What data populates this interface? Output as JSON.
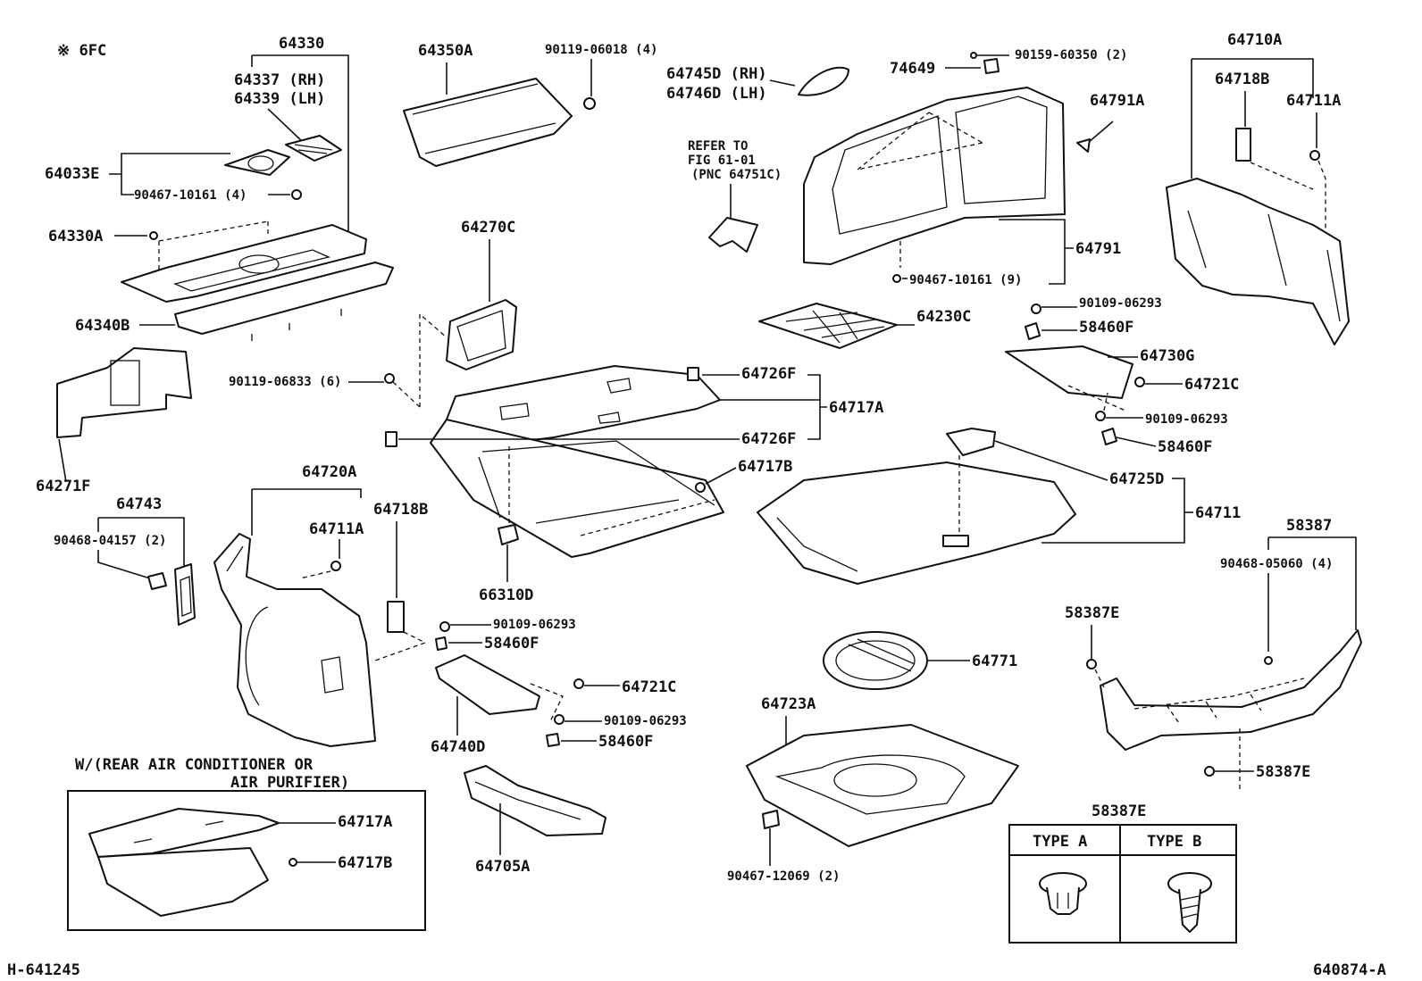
{
  "corner": {
    "top_left": "※ 6FC",
    "bottom_left": "H-641245",
    "bottom_right": "640874-A"
  },
  "labels": {
    "p64330": "64330",
    "p64337": "64337 (RH)",
    "p64339": "64339 (LH)",
    "p64033E": "64033E",
    "p90467_10161_4": "90467-10161 (4)",
    "p64330A": "64330A",
    "p64340B": "64340B",
    "p64271F": "64271F",
    "p64350A": "64350A",
    "p90119_06018": "90119-06018 (4)",
    "p64270C": "64270C",
    "p90119_06833": "90119-06833 (6)",
    "p64726F_a": "64726F",
    "p64726F_b": "64726F",
    "p64717A": "64717A",
    "p64717B": "64717B",
    "p66310D": "66310D",
    "p64743": "64743",
    "p90468_04157": "90468-04157 (2)",
    "p64720A": "64720A",
    "p64711A_left": "64711A",
    "p64718B_left": "64718B",
    "p90109_06293_a": "90109-06293",
    "p58460F_a": "58460F",
    "p64721C_a": "64721C",
    "p90109_06293_b": "90109-06293",
    "p58460F_b": "58460F",
    "p64740D": "64740D",
    "p64705A": "64705A",
    "p64745D": "64745D (RH)",
    "p64746D": "64746D (LH)",
    "p74649": "74649",
    "p90159_60350": "90159-60350 (2)",
    "refer1": "REFER TO",
    "refer2": "FIG 61-01",
    "refer3": "(PNC 64751C)",
    "p64791A": "64791A",
    "p64791": "64791",
    "p90467_10161_9": "90467-10161 (9)",
    "p64230C": "64230C",
    "p90109_06293_c": "90109-06293",
    "p58460F_c": "58460F",
    "p64730G": "64730G",
    "p64721C_b": "64721C",
    "p90109_06293_d": "90109-06293",
    "p58460F_d": "58460F",
    "p64725D": "64725D",
    "p64711": "64711",
    "p64710A": "64710A",
    "p64718B_right": "64718B",
    "p64711A_right": "64711A",
    "p58387": "58387",
    "p90468_05060": "90468-05060 (4)",
    "p58387E_a": "58387E",
    "p58387E_b": "58387E",
    "p64771": "64771",
    "p64723A": "64723A",
    "p90467_12069": "90467-12069 (2)",
    "inset_title1": "W/(REAR AIR CONDITIONER OR",
    "inset_title2": "AIR PURIFIER)",
    "inset_64717A": "64717A",
    "inset_64717B": "64717B"
  },
  "type_table": {
    "title": "58387E",
    "col_a": "TYPE A",
    "col_b": "TYPE B"
  }
}
